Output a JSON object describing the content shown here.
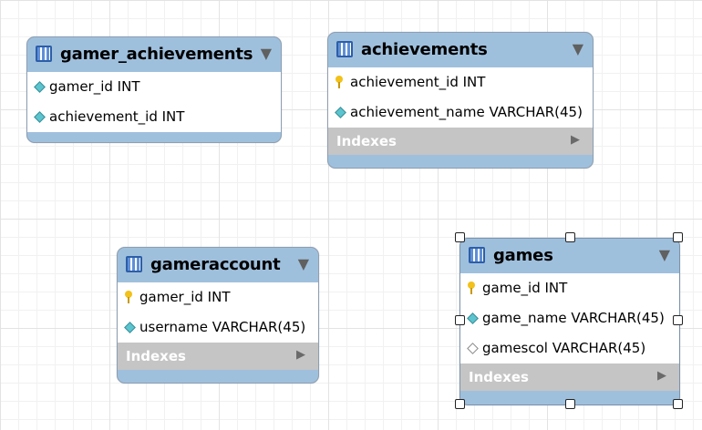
{
  "tables": [
    {
      "id": "gamer_achievements",
      "title": "gamer_achievements",
      "columns": [
        {
          "key": "foreign-key",
          "text": "gamer_id INT"
        },
        {
          "key": "foreign-key",
          "text": "achievement_id INT"
        }
      ],
      "has_indexes": false
    },
    {
      "id": "achievements",
      "title": "achievements",
      "columns": [
        {
          "key": "primary-key",
          "text": "achievement_id INT"
        },
        {
          "key": "foreign-key",
          "text": "achievement_name VARCHAR(45)"
        }
      ],
      "has_indexes": true,
      "indexes_label": "Indexes"
    },
    {
      "id": "gameraccount",
      "title": "gameraccount",
      "columns": [
        {
          "key": "primary-key",
          "text": "gamer_id INT"
        },
        {
          "key": "foreign-key",
          "text": "username VARCHAR(45)"
        }
      ],
      "has_indexes": true,
      "indexes_label": "Indexes"
    },
    {
      "id": "games",
      "title": "games",
      "selected": true,
      "columns": [
        {
          "key": "primary-key",
          "text": "game_id INT"
        },
        {
          "key": "foreign-key",
          "text": "game_name VARCHAR(45)"
        },
        {
          "key": "nullable",
          "text": "gamescol VARCHAR(45)"
        }
      ],
      "has_indexes": true,
      "indexes_label": "Indexes"
    }
  ],
  "colors": {
    "header": "#9fc0dd",
    "indexes_bar": "#c5c5c5",
    "primary_key": "#f2c11a",
    "foreign_key": "#5bc4cf"
  },
  "icons": {
    "table": "table-icon",
    "collapse": "collapse-arrow-icon",
    "expand": "expand-arrow-icon",
    "primary-key": "key-icon",
    "foreign-key": "diamond-icon",
    "nullable": "empty-diamond-icon"
  }
}
